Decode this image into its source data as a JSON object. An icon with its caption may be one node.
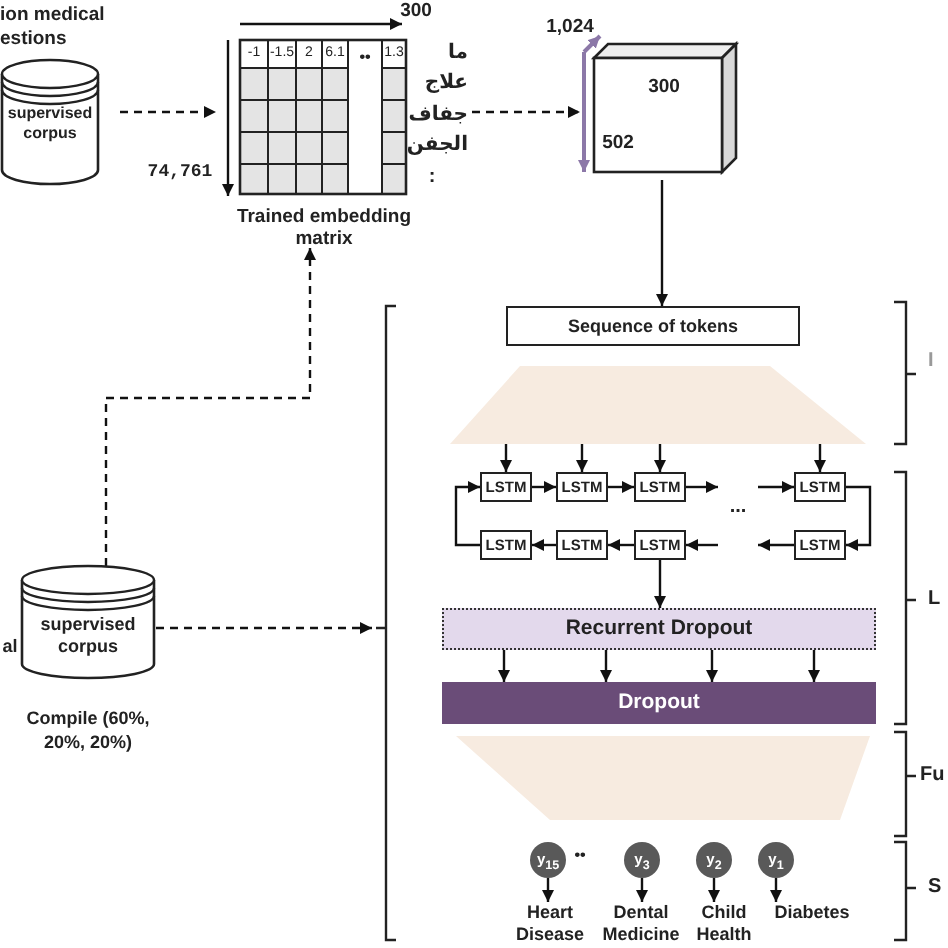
{
  "diagram": {
    "nodes": [
      {
        "text": [
          "ion medical estions",
          "supervised corpus"
        ]
      },
      {
        "text": [
          "Trained embedding matrix"
        ]
      },
      {
        "text": [],
        "shape": "box"
      },
      {
        "text": [
          "Sequence of tokens"
        ]
      },
      {
        "text": [],
        "shape": "trapezoid"
      },
      {
        "text": [
          "LSTM"
        ]
      },
      {
        "text": [
          "LSTM"
        ]
      },
      {
        "text": [
          "LSTM"
        ]
      },
      {
        "text": [
          "LSTM"
        ]
      },
      {
        "text": [
          "LSTM"
        ]
      },
      {
        "text": [
          "LSTM"
        ]
      },
      {
        "text": [
          "LSTM"
        ]
      },
      {
        "text": [
          "LSTM"
        ]
      },
      {
        "text": [
          "Recurrent Dropout"
        ]
      },
      {
        "text": [
          "Dropout"
        ]
      },
      {
        "text": [],
        "shape": "trapezoid"
      },
      {
        "text": [
          "y$_{15}$"
        ]
      },
      {
        "text": [
          "y$_{3}$"
        ]
      },
      {
        "text": [
          "y$_{2}$"
        ]
      },
      {
        "text": [
          "y$_{1}$"
        ]
      },
      {
        "text": [
          "Heart Disease"
        ]
      },
      {
        "text": [
          "Dental Medicine"
        ]
      },
      {
        "text": [
          "Child Health"
        ]
      },
      {
        "text": [
          "Diabetes"
        ]
      },
      {
        "text": [
          "supervised corpus"
        ],
        "beside": [
          "Compile (60%, 20%, 20%)"
        ]
      },
      {
        "text": [
          "..."
        ]
      }
    ],
    "edges": [
      {
        "from": 0,
        "to": 1,
        "arrow": "to",
        "style": "dashed"
      },
      {
        "from": 1,
        "to": 2,
        "arrow": "to",
        "style": "dashed"
      },
      {
        "from": 2,
        "to": 3,
        "arrow": "to"
      },
      {
        "from": 24,
        "to": 1,
        "arrow": "to",
        "style": "dashed"
      },
      {
        "from": 24,
        "to": null,
        "arrow": "to",
        "style": "dashed"
      },
      {
        "from": 4,
        "to": 5,
        "arrow": "to"
      },
      {
        "from": 4,
        "to": 6,
        "arrow": "to"
      },
      {
        "from": 4,
        "to": 7,
        "arrow": "to"
      },
      {
        "from": 4,
        "to": 8,
        "arrow": "to"
      },
      {
        "from": 5,
        "to": 6,
        "arrow": "to"
      },
      {
        "from": 6,
        "to": 7,
        "arrow": "to"
      },
      {
        "from": 7,
        "to": 25,
        "arrow": "to"
      },
      {
        "from": 25,
        "to": 8,
        "arrow": "to"
      },
      {
        "from": 8,
        "to": 12,
        "arrow": "to"
      },
      {
        "from": 12,
        "to": 25,
        "arrow": "to"
      },
      {
        "from": 25,
        "to": 11,
        "arrow": "to"
      },
      {
        "from": 11,
        "to": 10,
        "arrow": "to"
      },
      {
        "from": 10,
        "to": 9,
        "arrow": "to"
      },
      {
        "from": 9,
        "to": 5,
        "arrow": "to"
      },
      {
        "from": 11,
        "to": 13,
        "arrow": "to"
      },
      {
        "from": 13,
        "to": 14,
        "arrow": "to"
      },
      {
        "from": 13,
        "to": 14,
        "arrow": "to"
      },
      {
        "from": 13,
        "to": 14,
        "arrow": "to"
      },
      {
        "from": 13,
        "to": 14,
        "arrow": "to"
      },
      {
        "from": 16,
        "to": 20,
        "arrow": "to"
      },
      {
        "from": 17,
        "to": 21,
        "arrow": "to"
      },
      {
        "from": 18,
        "to": 22,
        "arrow": "to"
      },
      {
        "from": 19,
        "to": 23,
        "arrow": "to"
      }
    ],
    "labels": [
      "300",
      "74,761",
      "-1",
      "-1.5",
      "2",
      "6.1",
      "••",
      "1.3",
      "ما",
      "علاج",
      "جفاف",
      "الجفن",
      ":",
      "1,024",
      "300",
      "502",
      "••",
      "al",
      "I",
      "L",
      "Fu",
      "S"
    ]
  }
}
